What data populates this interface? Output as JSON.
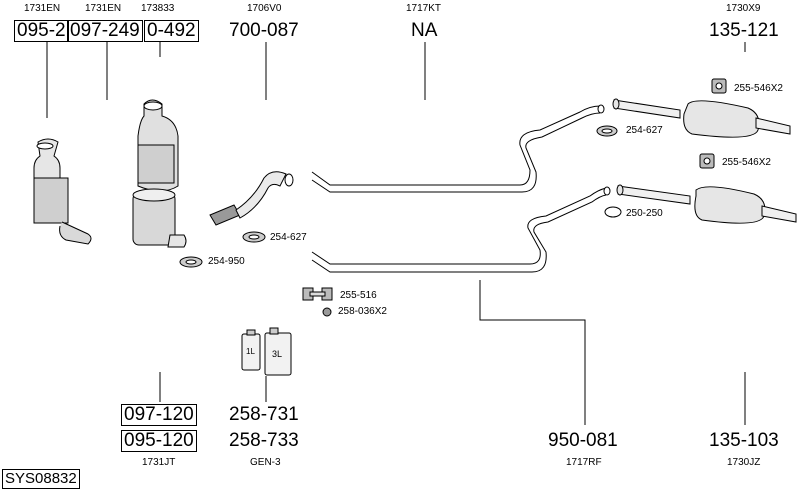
{
  "header_refs": {
    "ref_1731EN_a": "1731EN",
    "ref_1731EN_b": "1731EN",
    "ref_173833": "173833",
    "ref_1706V0": "1706V0",
    "ref_1717KT": "1717KT",
    "ref_1730X9": "1730X9"
  },
  "top_parts": {
    "p1": "095-2",
    "p2": "097-249",
    "p3": "0-492",
    "p4": "700-087",
    "p5": "NA",
    "p6": "135-121"
  },
  "fittings": {
    "clamp_255_546x2_a": "255-546X2",
    "clamp_254_627_a": "254-627",
    "clamp_255_546x2_b": "255-546X2",
    "ring_250_250": "250-250",
    "clamp_254_627_b": "254-627",
    "clamp_254_950": "254-950",
    "bracket_255_516": "255-516",
    "nut_258_036x2": "258-036X2"
  },
  "bottom_parts": {
    "p1": "097-120",
    "p2": "095-120",
    "p3": "258-731",
    "p4": "258-733",
    "p5": "950-081",
    "p6": "135-103"
  },
  "bottom_refs": {
    "ref_1731JT": "1731JT",
    "ref_GEN3": "GEN-3",
    "ref_1717RF": "1717RF",
    "ref_1730JZ": "1730JZ"
  },
  "canisters": {
    "small": "1L",
    "large": "3L"
  },
  "sys_code": "SYS08832"
}
